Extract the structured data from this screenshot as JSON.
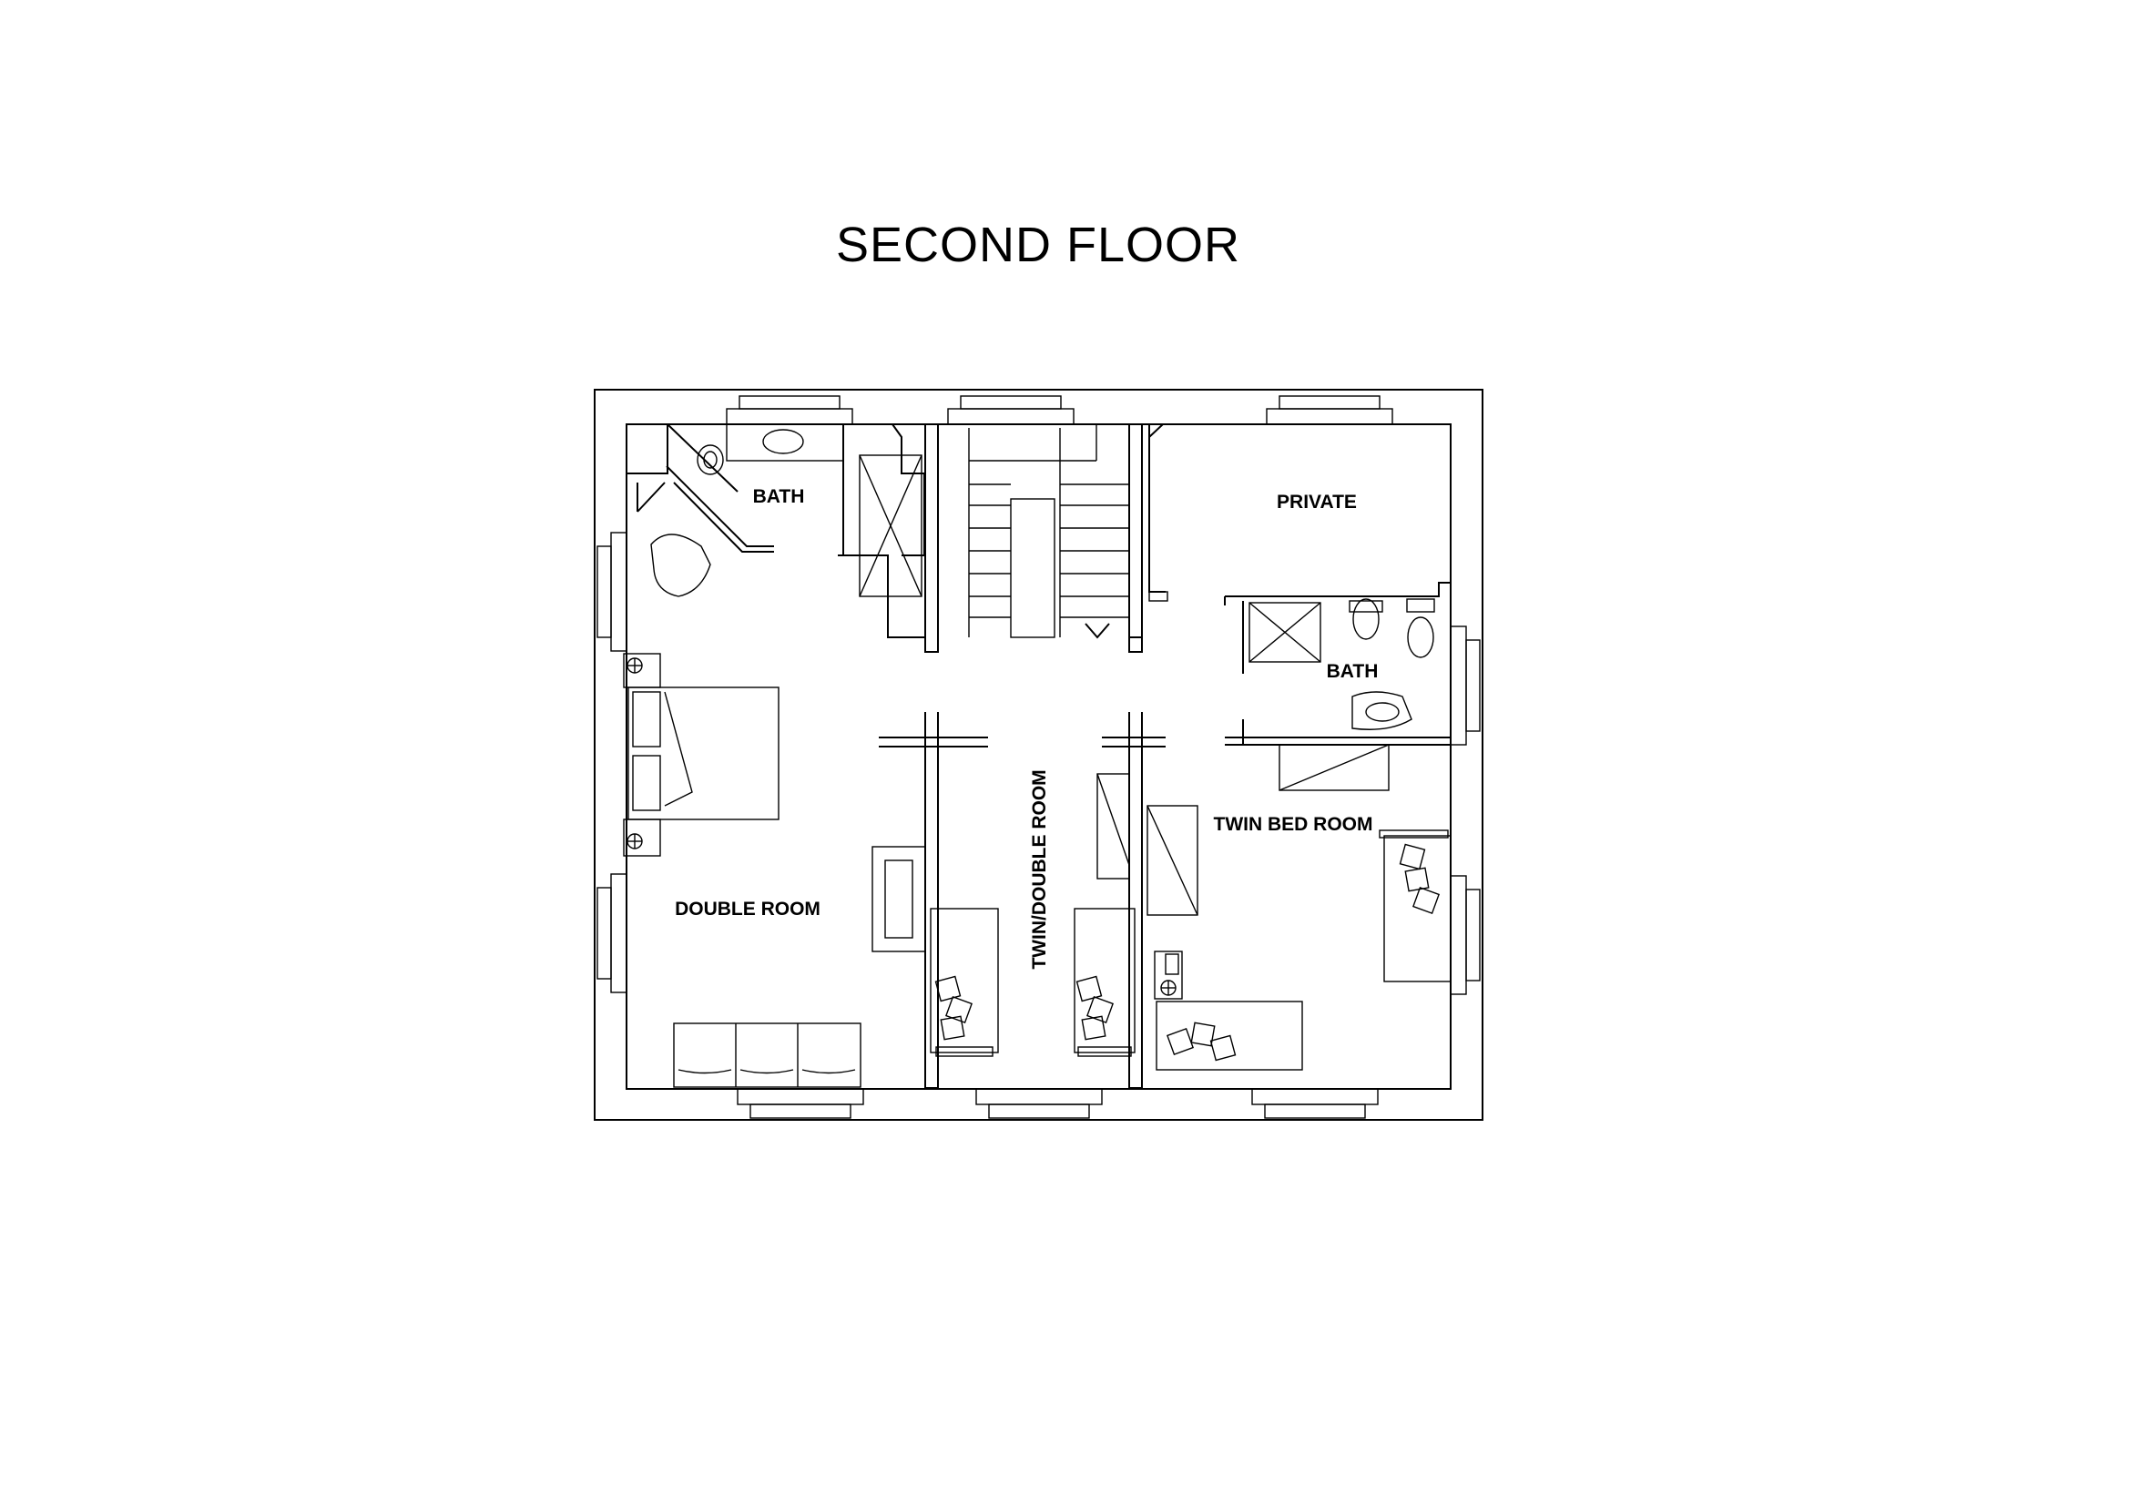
{
  "title": "SECOND FLOOR",
  "rooms": {
    "bath_left": "BATH",
    "private": "PRIVATE",
    "bath_right": "BATH",
    "twin_double": "TWIN/DOUBLE ROOM",
    "twin_bed": "TWIN BED ROOM",
    "double": "DOUBLE ROOM"
  }
}
